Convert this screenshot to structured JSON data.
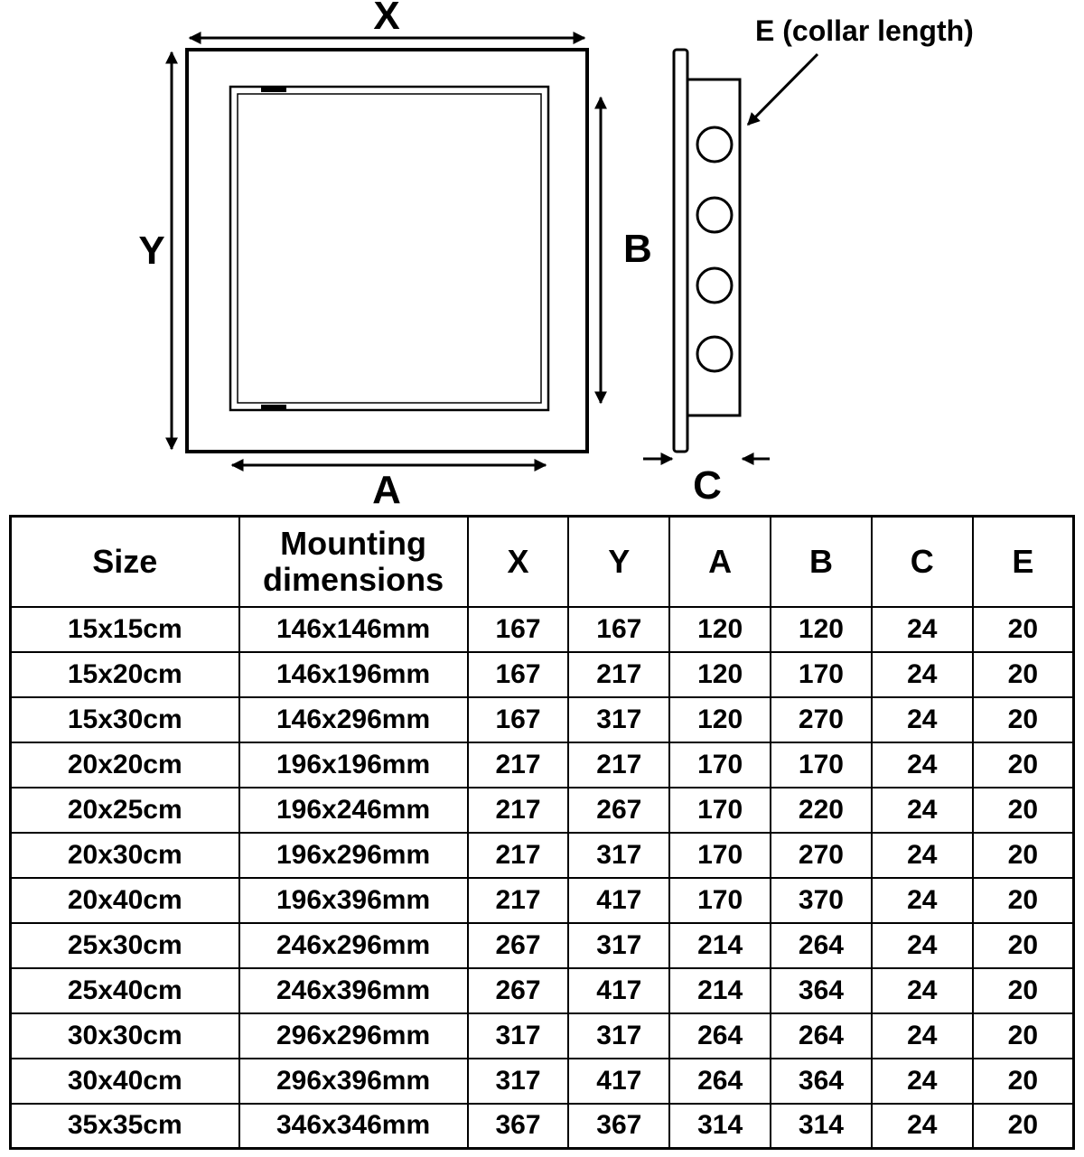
{
  "diagram": {
    "labels": {
      "x": "X",
      "y": "Y",
      "a": "A",
      "b": "B",
      "c": "C",
      "e": "E (collar length)"
    }
  },
  "table": {
    "headers": [
      "Size",
      "Mounting dimensions",
      "X",
      "Y",
      "A",
      "B",
      "C",
      "E"
    ],
    "rows": [
      [
        "15x15cm",
        "146x146mm",
        "167",
        "167",
        "120",
        "120",
        "24",
        "20"
      ],
      [
        "15x20cm",
        "146x196mm",
        "167",
        "217",
        "120",
        "170",
        "24",
        "20"
      ],
      [
        "15x30cm",
        "146x296mm",
        "167",
        "317",
        "120",
        "270",
        "24",
        "20"
      ],
      [
        "20x20cm",
        "196x196mm",
        "217",
        "217",
        "170",
        "170",
        "24",
        "20"
      ],
      [
        "20x25cm",
        "196x246mm",
        "217",
        "267",
        "170",
        "220",
        "24",
        "20"
      ],
      [
        "20x30cm",
        "196x296mm",
        "217",
        "317",
        "170",
        "270",
        "24",
        "20"
      ],
      [
        "20x40cm",
        "196x396mm",
        "217",
        "417",
        "170",
        "370",
        "24",
        "20"
      ],
      [
        "25x30cm",
        "246x296mm",
        "267",
        "317",
        "214",
        "264",
        "24",
        "20"
      ],
      [
        "25x40cm",
        "246x396mm",
        "267",
        "417",
        "214",
        "364",
        "24",
        "20"
      ],
      [
        "30x30cm",
        "296x296mm",
        "317",
        "317",
        "264",
        "264",
        "24",
        "20"
      ],
      [
        "30x40cm",
        "296x396mm",
        "317",
        "417",
        "264",
        "364",
        "24",
        "20"
      ],
      [
        "35x35cm",
        "346x346mm",
        "367",
        "367",
        "314",
        "314",
        "24",
        "20"
      ]
    ]
  }
}
